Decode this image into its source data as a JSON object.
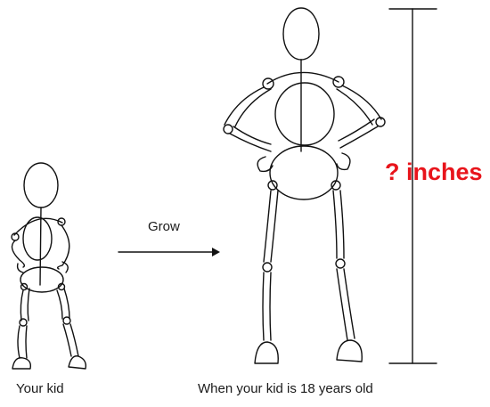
{
  "figure": {
    "child_label": "Your kid",
    "adult_label": "When your kid is 18 years old",
    "arrow_label": "Grow",
    "height_label": "? inches",
    "height_label_color": "#e8141b",
    "line_color": "#111111"
  }
}
